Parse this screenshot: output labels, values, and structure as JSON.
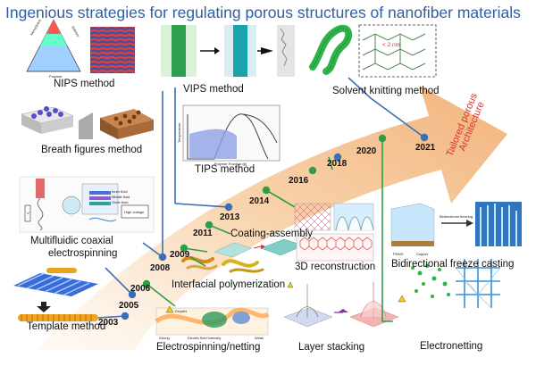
{
  "title": "Ingenious strategies for regulating porous structures of nanofiber materials",
  "arrow_label_line1": "Tailored porous",
  "arrow_label_line2": "Architecture",
  "colors": {
    "title": "#2e5fa6",
    "arrow": "#f6c89a",
    "blue_line": "#3b6fb5",
    "green_line": "#2f9e48",
    "red_label": "#d9342b"
  },
  "methods": {
    "nips": "NIPS method",
    "vips": "VIPS method",
    "solvent_knitting": "Solvent knitting method",
    "tips": "TIPS method",
    "breath_figures": "Breath figures method",
    "multifluidic_line1": "Multifluidic coaxial",
    "multifluidic_line2": "electrospinning",
    "template": "Template method",
    "coating_assembly": "Coating-assembly",
    "reconstruction": "3D reconstruction",
    "bidirectional": "Bidirectional freeze casting",
    "interfacial": "Interfacial polymerization",
    "electrospinning": "Electrospinning/netting",
    "layer_stacking": "Layer stacking",
    "electronetting": "Electronetting"
  },
  "years": {
    "y2003": "2003",
    "y2005": "2005",
    "y2006": "2006",
    "y2008": "2008",
    "y2009": "2009",
    "y2011": "2011",
    "y2013": "2013",
    "y2014": "2014",
    "y2016": "2016",
    "y2018": "2018",
    "y2020": "2020",
    "y2021": "2021"
  },
  "inset_text": {
    "ternary_top": "Polymer",
    "ternary_left": "Nonsolvent",
    "ternary_right": "Solvent",
    "knit_size": "< 2 nm",
    "freeze_step": "Bidirectional freezing",
    "pdms": "PDMS",
    "copper": "Copper",
    "droplet": "Droplet",
    "strong": "Strong",
    "weak": "Weak",
    "field": "Electric field intensity",
    "high_voltage": "High voltage",
    "inner_fluid": "Inner fluid",
    "middle_fluid": "Middle fluid",
    "outer_fluid": "Outer fluid",
    "polymer_fraction": "Polymer Fraction (ϕ)",
    "temperature": "Temperature"
  }
}
